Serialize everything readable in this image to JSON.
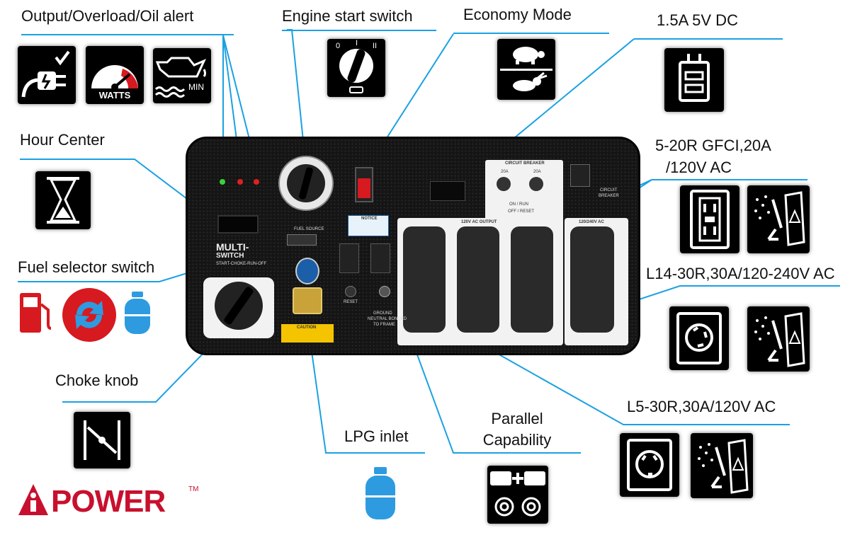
{
  "labels": {
    "output_alert": "Output/Overload/Oil alert",
    "engine_start": "Engine start switch",
    "economy_mode": "Economy Mode",
    "usb": "1.5A 5V DC",
    "hour_center": "Hour Center",
    "gfci_line1": "5-20R GFCI,20A",
    "gfci_line2": "/120V AC",
    "fuel_selector": "Fuel selector switch",
    "l14": "L14-30R,30A/120-240V AC",
    "choke": "Choke knob",
    "l5": "L5-30R,30A/120V AC",
    "lpg": "LPG inlet",
    "parallel_line1": "Parallel",
    "parallel_line2": "Capability"
  },
  "icons": {
    "watts": "WATTS",
    "min": "MIN",
    "switch_off": "0",
    "switch_on": "I",
    "switch_start": "II"
  },
  "panel": {
    "circuit_breaker": "CIRCUIT BREAKER",
    "breaker_a": "20A",
    "breaker_b": "20A",
    "on_run": "ON / RUN",
    "off_reset": "OFF / RESET",
    "circuit_breaker_2": "CIRCUIT",
    "circuit_breaker_2b": "BREAKER",
    "ac_output": "120V AC OUTPUT",
    "ac_240": "120/240V AC",
    "fuel_source": "FUEL SOURCE",
    "multi_switch_a": "MULTI-",
    "multi_switch_b": "SWITCH",
    "multi_switch_sub": "START-CHOKE-RUN-OFF",
    "notice": "NOTICE",
    "reset": "RESET",
    "ground": "GROUND",
    "neutral_bonded": "NEUTRAL BONDED",
    "to_frame": "TO FRAME",
    "caution": "CAUTION"
  },
  "brand": {
    "name": "POWER",
    "trademark": "TM"
  },
  "colors": {
    "leader": "#1ba1e2",
    "brand_red": "#c8102e",
    "propane_blue": "#2e9be0",
    "fuel_red": "#d71920"
  }
}
